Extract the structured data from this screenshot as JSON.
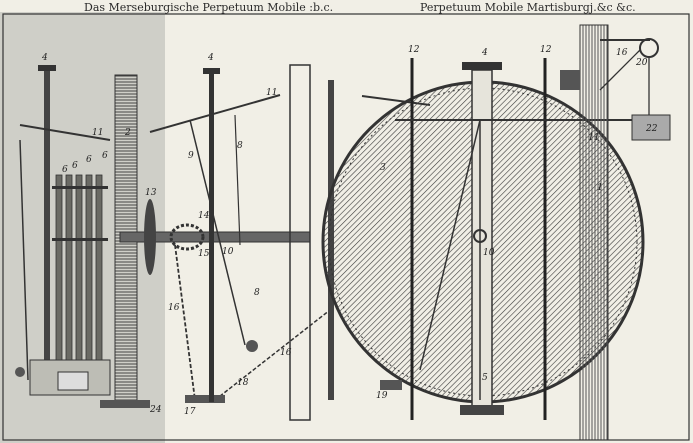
{
  "captions": {
    "left": "Das Merseburgische Perpetuum Mobile :b.c.",
    "right": "Perpetuum Mobile Martisburgj.&c &c."
  },
  "labels": {
    "top_4": "4",
    "top_4b": "4",
    "top_12a": "12",
    "top_12b": "12",
    "top_16": "16",
    "top_20": "20",
    "left_2": "2",
    "l_6a": "6",
    "l_6b": "6",
    "l_6c": "6",
    "l_6d": "6",
    "l_11": "11",
    "l_9": "9",
    "l_13": "13",
    "l_14": "14",
    "l_15": "15",
    "l_10": "10",
    "l_8": "8",
    "l_8b": "8",
    "l_11b": "11",
    "l_16": "16",
    "l_16b": "16",
    "l_17": "17",
    "l_18": "18",
    "l_24": "24",
    "w_1": "1",
    "w_11": "11",
    "w_3": "3",
    "w_10": "10",
    "w_22": "22",
    "w_19": "19",
    "w_5": "5"
  }
}
